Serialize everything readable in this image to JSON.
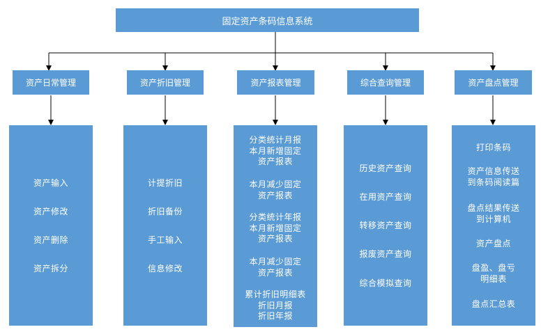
{
  "title": "固定资产条码信息系统",
  "modules": [
    {
      "label": "资产日常管理",
      "items": [
        "资产输入",
        "资产修改",
        "资产删除",
        "资产拆分"
      ]
    },
    {
      "label": "资产折旧管理",
      "items": [
        "计提折旧",
        "折旧备份",
        "手工输入",
        "信息修改"
      ]
    },
    {
      "label": "资产报表管理",
      "items": [
        "分类统计月报\n本月新增固定\n资产报表",
        "本月减少固定\n资产报表",
        "分类统计年报\n本月新增固定\n资产报表",
        "本月减少固定\n资产报表",
        "累计折旧明细表\n折旧月报\n折旧年报"
      ]
    },
    {
      "label": "综合查询管理",
      "items": [
        "历史资产查询",
        "在用资产查询",
        "转移资产查询",
        "报废资产查询",
        "综合模拟查询"
      ]
    },
    {
      "label": "资产盘点管理",
      "items": [
        "打印条码",
        "资产信息传送\n到条码阅读篇",
        "盘点结果传送\n到计算机",
        "资产盘点",
        "盘盈、盘亏\n明细表",
        "盘点汇总表"
      ]
    }
  ],
  "colors": {
    "box": "#5b9bd5",
    "text": "#ffffff",
    "line": "#000000"
  }
}
